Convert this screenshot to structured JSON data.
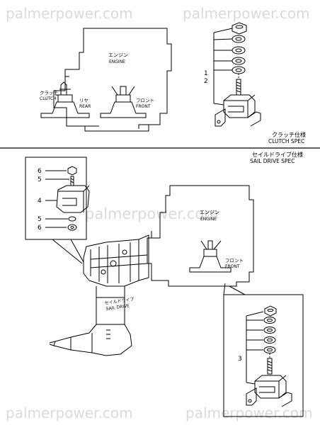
{
  "watermark": "palmerpower.com",
  "clutch_spec": {
    "heading_jp": "クラッチ仕様",
    "heading_en": "CLUTCH SPEC",
    "engine_jp": "エンジン",
    "engine_en": "ENGINE",
    "clutch_jp": "クラッチ",
    "clutch_en": "CLUTCH",
    "rear_jp": "リヤ",
    "rear_en": "REAR",
    "front_jp": "フロント",
    "front_en": "FRONT",
    "callouts": [
      "1",
      "2"
    ]
  },
  "sail_drive_spec": {
    "heading_jp": "セイルドライブ仕様",
    "heading_en": "SAIL DRIVE SPEC",
    "engine_jp": "エンジン",
    "engine_en": "ENGINE",
    "front_jp": "フロント",
    "front_en": "FRONT",
    "sail_jp": "セイルドライブ",
    "sail_en": "SAIL DRIVE",
    "callouts_left": [
      "6",
      "5",
      "4",
      "5",
      "6"
    ],
    "callout_right": "3"
  }
}
